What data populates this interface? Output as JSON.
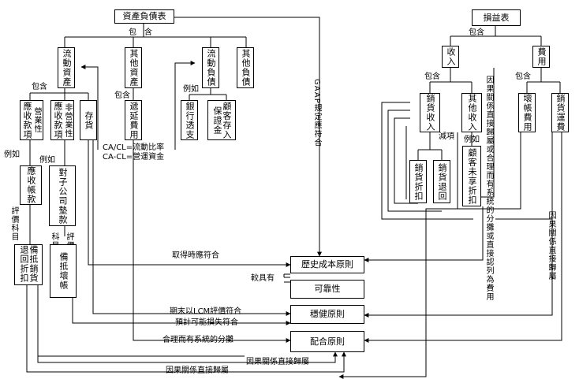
{
  "nodes": {
    "balance_sheet": "資產負債表",
    "current_assets": "流動資產",
    "other_assets": "其他資產",
    "current_liab": "流動負債",
    "other_liab": "其他負債",
    "ar_operating": "應收款項",
    "ar_operating_side": "營業性",
    "ar_nonop": "應收款項",
    "ar_nonop_side": "非營業性",
    "inventory": "存貨",
    "deferred_exp": "遞延費用",
    "bank_overdraft": "銀行透支",
    "customer_deposit": "保證金",
    "customer_deposit_side": "顧客存入",
    "ar_notes": "應收帳款",
    "sub_advance": "對子公司墊款",
    "allowance_returns": "備抵銷貨退回折扣",
    "allowance_bad": "備抵壞帳",
    "income_stmt": "損益表",
    "revenue": "收入",
    "expense": "費用",
    "sales_revenue": "銷貨收入",
    "other_revenue": "其他收入",
    "bad_debt_exp": "壞帳費用",
    "shipping_exp": "銷貨運費",
    "sales_discount": "銷貨折扣",
    "sales_return": "銷貨退回",
    "cust_discount": "顧客未享折扣",
    "hist_cost": "歷史成本原則",
    "reliability": "可靠性",
    "conservatism": "穩健原則",
    "matching": "配合原則"
  },
  "labels": {
    "contains_top": "包　含",
    "contains_left": "包含",
    "contains_other": "包含",
    "contains_income": "包含",
    "contains_rev": "包含",
    "contains_exp": "包含",
    "example_1": "例如",
    "example_2": "例如",
    "example_3": "例如",
    "example_4": "例如",
    "eval_item_1": "評價科目",
    "eval_item_2a": "科目",
    "eval_item_2b": "評價",
    "ratio_1": "CA/CL=流動比率",
    "ratio_2": "CA-CL=營運資金",
    "gaap": "GAAP規定應符合",
    "acquire": "取得時應符合",
    "more_than": "較具有",
    "lcm": "期末以LCM評價符合",
    "loss": "預計可能損失符合",
    "systematic": "合理而有系統的分攤",
    "causal_1": "因果關係直接歸屬",
    "causal_2": "因果關係直接歸屬",
    "causal_3": "因果關係直接歸屬",
    "reduce": "減項",
    "income_long": "因果關係直接歸屬或合理而有系統的分攤或直接認列為費用"
  }
}
